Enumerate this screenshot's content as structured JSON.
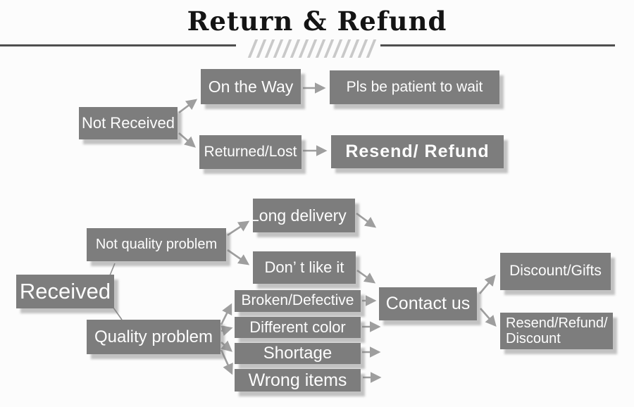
{
  "title": "Return & Refund",
  "colors": {
    "box": "#7d7d7d",
    "box_text": "#fdfdfd",
    "arrow": "#9e9e9e",
    "title_text": "#141414",
    "rule": "#4f4f4f",
    "hatch": "#c9c9c9",
    "background": "#fcfcfc"
  },
  "nodes": {
    "not_received": "Not Received",
    "on_the_way": "On the Way",
    "pls_be_patient": "Pls be patient to wait",
    "returned_lost": "Returned/Lost",
    "resend_refund": "Resend/ Refund",
    "received": "Received",
    "not_quality_problem": "Not quality problem",
    "long_delivery": "Long delivery",
    "dont_like_it": "Don’ t like it",
    "quality_problem": "Quality problem",
    "broken_defective": "Broken/Defective",
    "different_color": "Different color",
    "shortage": "Shortage",
    "wrong_items": "Wrong items",
    "contact_us": "Contact us",
    "discount_gifts": "Discount/Gifts",
    "resend_refund_discount_line1": "Resend/Refund/",
    "resend_refund_discount_line2": "Discount"
  }
}
